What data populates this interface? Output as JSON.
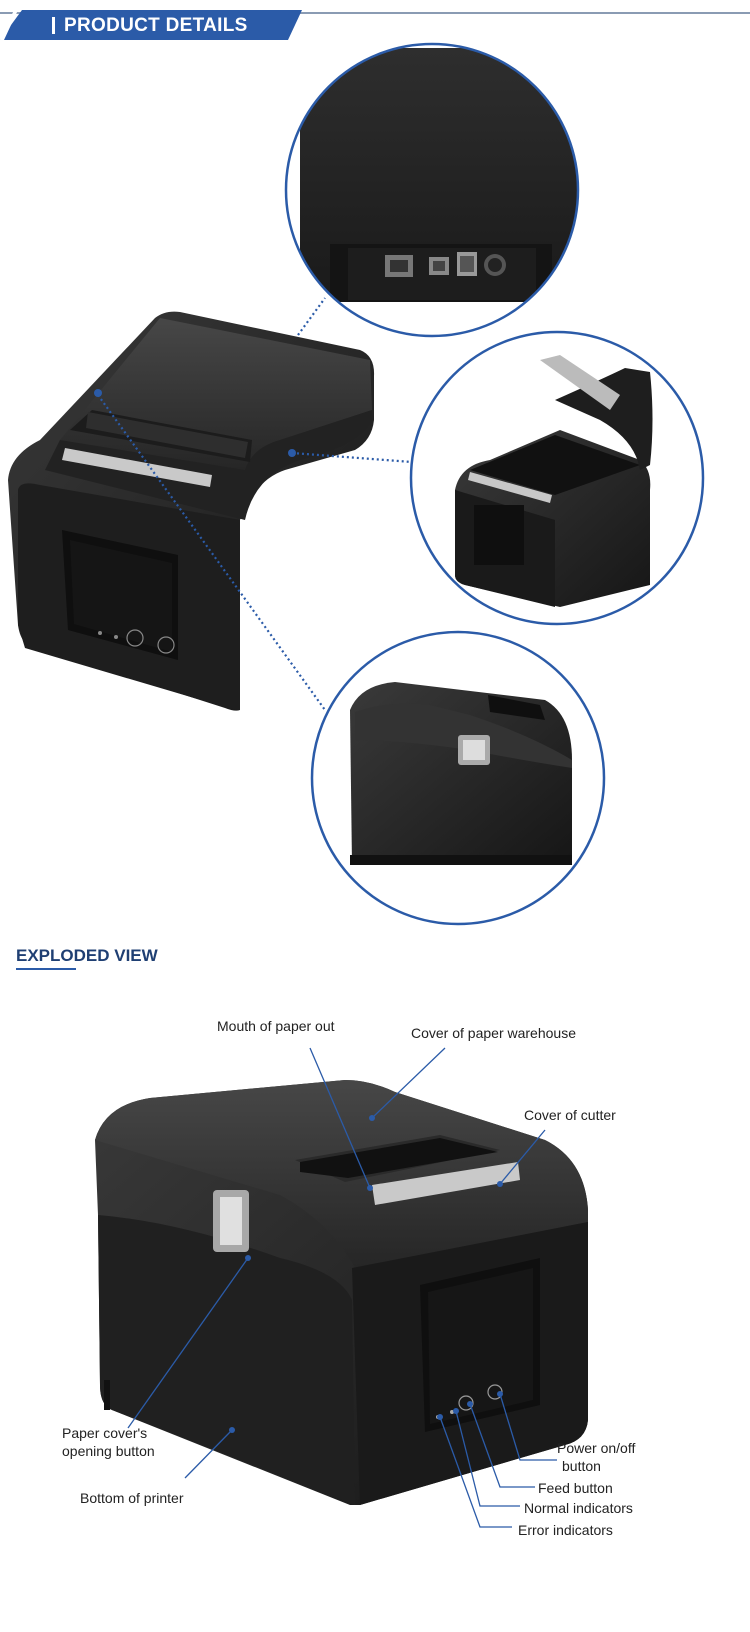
{
  "header": {
    "title": "PRODUCT DETAILS"
  },
  "section2": {
    "title": "EXPLODED VIEW"
  },
  "callouts": {
    "mouth": "Mouth of paper out",
    "warehouse": "Cover of paper warehouse",
    "cutter": "Cover of cutter",
    "paper_cover_1": "Paper cover's",
    "paper_cover_2": "opening button",
    "bottom": "Bottom of printer",
    "power_1": "Power on/off",
    "power_2": "button",
    "feed": "Feed button",
    "normal": "Normal indicators",
    "error": "Error indicators"
  },
  "colors": {
    "accent": "#2b5ba8",
    "heading": "#1f3f73",
    "printer": "#262626"
  }
}
